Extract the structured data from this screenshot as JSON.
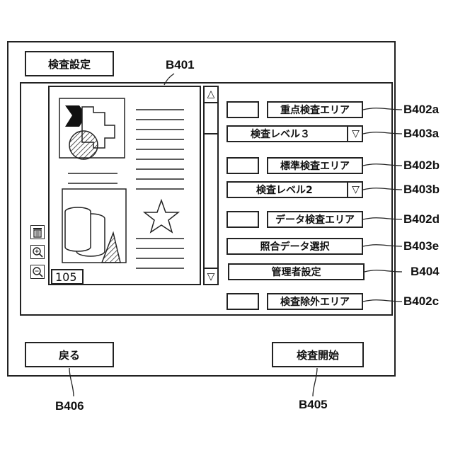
{
  "header": {
    "title_button": "検査設定"
  },
  "preview": {
    "page_number": "105",
    "scroll_up": "△",
    "scroll_down": "▽"
  },
  "tools": [
    "trash-icon",
    "zoom-in-icon",
    "zoom-out-icon"
  ],
  "settings": {
    "priority_area": "重点検査エリア",
    "level_select_1": "検査レベル３",
    "standard_area": "標準検査エリア",
    "level_select_2": "検査レベル2",
    "data_area": "データ検査エリア",
    "match_data_select": "照合データ選択",
    "admin_settings": "管理者設定",
    "exclusion_area": "検査除外エリア",
    "dropdown_arrow": "▽"
  },
  "footer": {
    "back_button": "戻る",
    "start_button": "検査開始"
  },
  "refs": {
    "b401": "B401",
    "b402a": "B402a",
    "b403a": "B403a",
    "b402b": "B402b",
    "b403b": "B403b",
    "b402d": "B402d",
    "b403e": "B403e",
    "b404": "B404",
    "b402c": "B402c",
    "b406": "B406",
    "b405": "B405"
  }
}
